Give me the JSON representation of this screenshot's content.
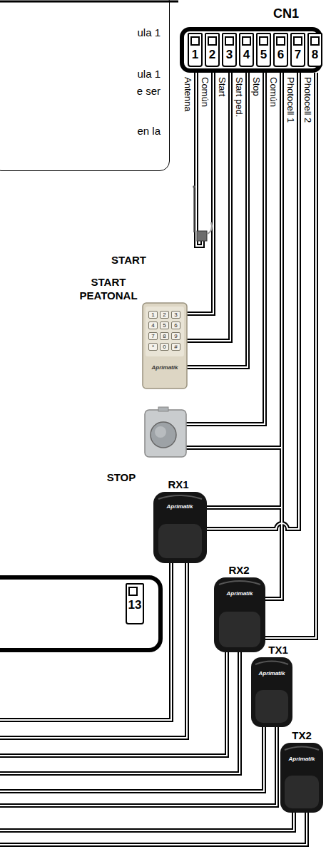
{
  "diagram": {
    "nodes": [
      {
        "text": [
          "ula 1",
          "ula 1",
          "e ser",
          "en la"
        ]
      },
      {
        "text": [
          "CN1"
        ]
      },
      {
        "text": [
          "1"
        ],
        "in": 1
      },
      {
        "text": [
          "2"
        ],
        "in": 1
      },
      {
        "text": [
          "3"
        ],
        "in": 1
      },
      {
        "text": [
          "4"
        ],
        "in": 1
      },
      {
        "text": [
          "5"
        ],
        "in": 1
      },
      {
        "text": [
          "6"
        ],
        "in": 1
      },
      {
        "text": [
          "7"
        ],
        "in": 1
      },
      {
        "text": [
          "8"
        ],
        "in": 1
      },
      {
        "text": [
          "13"
        ]
      }
    ],
    "labels": [
      "Antenna",
      "Común",
      "Start",
      "Start ped.",
      "Stop",
      "Común",
      "Photocell 1",
      "Photocell 2",
      "START",
      "START PEATONAL",
      "1",
      "2",
      "3",
      "4",
      "5",
      "6",
      "7",
      "8",
      "9",
      "*",
      "0",
      "#",
      "Aprimatik",
      "STOP",
      "RX1",
      "Aprimatik",
      "RX2",
      "Aprimatik",
      "TX1",
      "Aprimatik",
      "TX2",
      "Aprimatik"
    ]
  }
}
